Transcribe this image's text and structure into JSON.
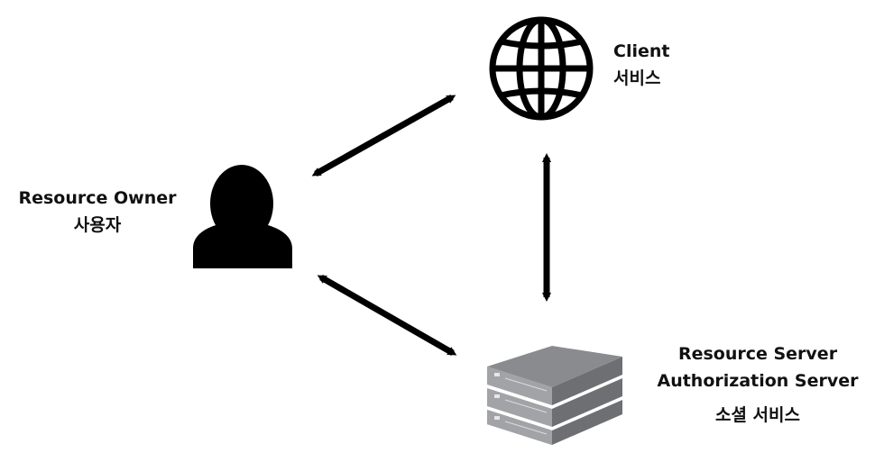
{
  "nodes": {
    "owner": {
      "title": "Resource Owner",
      "subtitle": "사용자",
      "icon": "person-icon"
    },
    "client": {
      "title": "Client",
      "subtitle": "서비스",
      "icon": "globe-icon"
    },
    "server": {
      "line1": "Resource Server",
      "line2": "Authorization Server",
      "subtitle": "소셜 서비스",
      "icon": "server-rack-icon"
    }
  },
  "edges": [
    {
      "from": "owner",
      "to": "client",
      "style": "bidirectional"
    },
    {
      "from": "client",
      "to": "server",
      "style": "bidirectional"
    },
    {
      "from": "owner",
      "to": "server",
      "style": "bidirectional"
    }
  ],
  "colors": {
    "arrow": "#000000",
    "icon": "#000000",
    "server_top": "#8a8b8e",
    "server_side": "#6e6f72",
    "server_front": "#a2a3a6"
  }
}
